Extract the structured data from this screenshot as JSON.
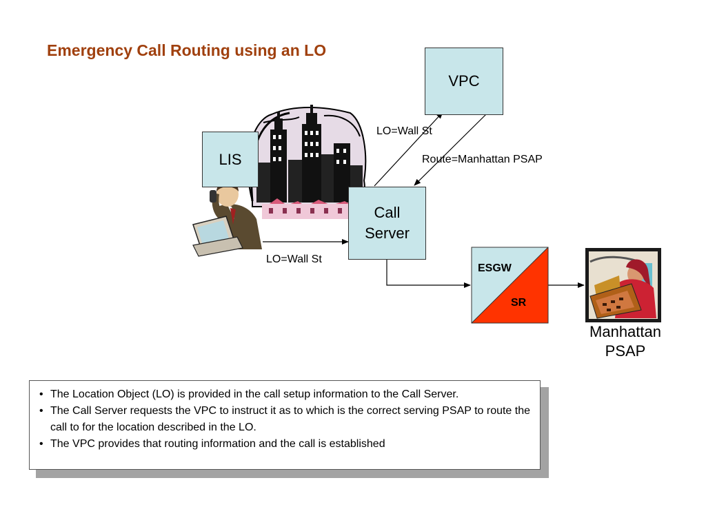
{
  "title": "Emergency Call Routing using an LO",
  "nodes": {
    "vpc": "VPC",
    "lis": "LIS",
    "call_server": "Call\nServer",
    "esgw": "ESGW",
    "sr": "SR",
    "psap": "Manhattan\nPSAP"
  },
  "edge_labels": {
    "lo_to_vpc": "LO=Wall St",
    "route_from_vpc": "Route=Manhattan PSAP",
    "lo_to_call_server": "LO=Wall St"
  },
  "notes": [
    {
      "bullet": "•",
      "text": "The Location Object (LO) is provided in the call setup information to the Call Server."
    },
    {
      "bullet": "•",
      "text": "The Call Server requests the VPC to instruct it as to which is the correct serving PSAP to route the call to for the location described in the LO."
    },
    {
      "bullet": "•",
      "text": "The VPC provides that routing information and the call is established"
    }
  ],
  "colors": {
    "title": "#a0400e",
    "box_fill": "#c8e6ea",
    "sr_fill": "#ff3300"
  },
  "icons": [
    "city-skyline-icon",
    "person-on-phone-icon",
    "psap-operator-icon"
  ]
}
